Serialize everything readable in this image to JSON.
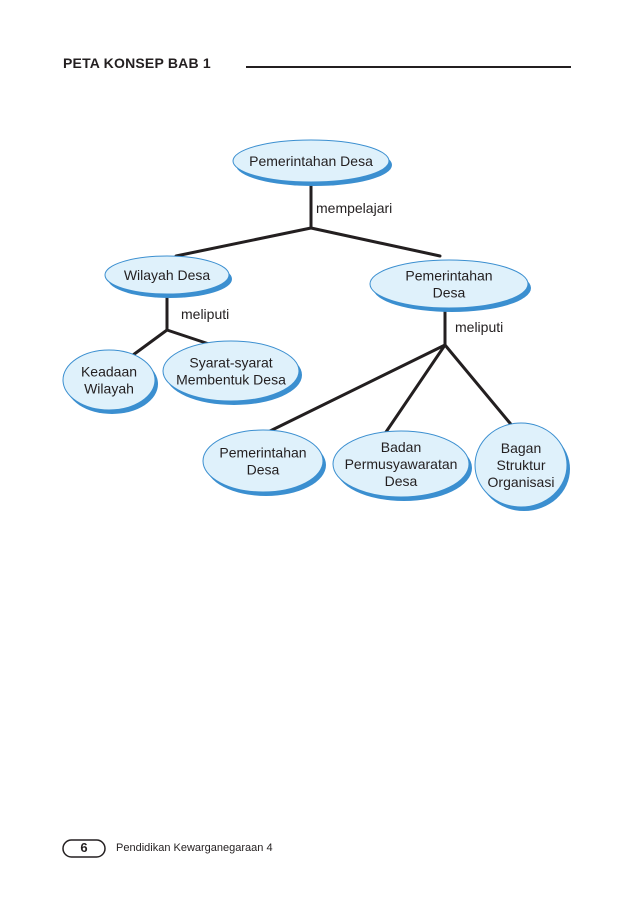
{
  "header": {
    "title": "PETA KONSEP  BAB 1"
  },
  "nodes": {
    "root": [
      "Pemerintahan Desa"
    ],
    "wilayah": [
      "Wilayah Desa"
    ],
    "pemerintahan_right": [
      "Pemerintahan",
      "Desa"
    ],
    "keadaan": [
      "Keadaan",
      "Wilayah"
    ],
    "syarat": [
      "Syarat-syarat",
      "Membentuk Desa"
    ],
    "pemerintahan_bottom": [
      "Pemerintahan",
      "Desa"
    ],
    "badan": [
      "Badan",
      "Permusyawaratan",
      "Desa"
    ],
    "bagan": [
      "Bagan",
      "Struktur",
      "Organisasi"
    ]
  },
  "edge_labels": {
    "mempelajari": "mempelajari",
    "meliputi_left": "meliputi",
    "meliputi_right": "meliputi"
  },
  "colors": {
    "node_fill": "#dff1fb",
    "node_shadow": "#3b8fd0",
    "line": "#231f20"
  },
  "footer": {
    "page_number": "6",
    "book_title": "Pendidikan Kewarganegaraan 4"
  }
}
